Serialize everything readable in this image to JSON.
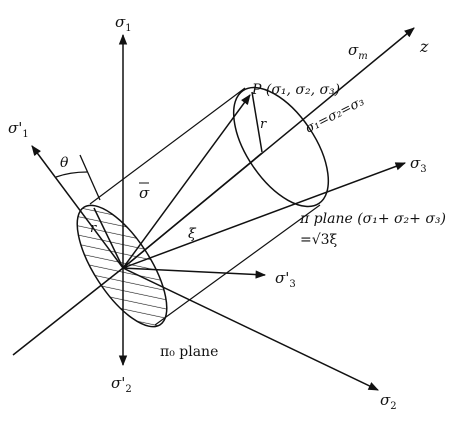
{
  "labels": {
    "sigma1": "σ",
    "sigma1_sub": "1",
    "sigma1p": "σ'",
    "sigma1p_sub": "1",
    "sigma2": "σ",
    "sigma2_sub": "2",
    "sigma2p": "σ'",
    "sigma2p_sub": "2",
    "sigma3": "σ",
    "sigma3_sub": "3",
    "sigma3p": "σ'",
    "sigma3p_sub": "3",
    "sigma_m": "σ",
    "sigma_m_sub": "m",
    "z": "z",
    "theta": "θ",
    "r_top": "r",
    "r_bottom": "r",
    "sigma_bar": "σ",
    "xi": "ξ",
    "p_point": "P (σ₁, σ₂, σ₃)",
    "hydrostatic": "σ₁=σ₂=σ₃",
    "pi_plane_line1": "π plane (σ₁+ σ₂+ σ₃)",
    "pi_plane_line2": "=√3ξ",
    "pi0_plane": "π₀ plane"
  },
  "colors": {
    "line": "#111111",
    "background": "#ffffff"
  }
}
